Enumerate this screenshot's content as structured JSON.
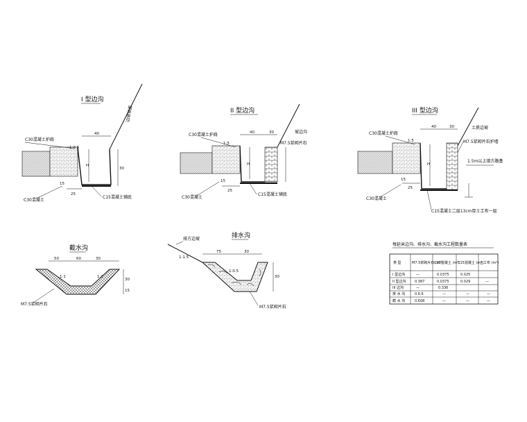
{
  "ditch1": {
    "title": "I 型边沟",
    "label_slope": "边坡坡面",
    "label_top": "C30混凝土护肩",
    "label_bottom": "C30混凝土",
    "label_base": "C15混凝土铺底",
    "dim_top": "40",
    "dim_grade": "1:0.5",
    "dim_h": "H",
    "dim_side": "15",
    "dim_bottom": "25",
    "dim_right": "30"
  },
  "ditch2": {
    "title": "II 型边沟",
    "label_slope": "坡边沟",
    "label_top": "C30混凝土护肩",
    "label_wall": "M7.5浆砌片石",
    "label_bottom": "C30混凝土",
    "label_base": "C15混凝土铺底",
    "dim_top": "40",
    "dim_right": "30",
    "dim_grade": "1:5",
    "dim_h": "H",
    "dim_side": "15",
    "dim_bottom": "25"
  },
  "ditch3": {
    "title": "III 型边沟",
    "label_slope": "土质边坡",
    "label_top": "C30混凝土护肩",
    "label_wall": "M7.5浆砌片石护墙",
    "label_level": "1.5m以上填方路基",
    "label_bottom": "C30混凝土",
    "label_base": "C15混凝土二层13cm厚土工布一层",
    "dim_top": "40",
    "dim_right": "30",
    "dim_grade": "1:5",
    "dim_h": "H",
    "dim_side": "15",
    "dim_bottom": "25"
  },
  "intercept": {
    "title": "截水沟",
    "dim_left": "50",
    "dim_mid": "60",
    "dim_right": "30",
    "dim_grade_l": "1:1",
    "dim_grade_r": "1:1",
    "dim_h": "30",
    "dim_depth": "15",
    "label_bottom": "M7.5浆砌片石"
  },
  "drain": {
    "title": "排水沟",
    "label_slope": "排方边坡",
    "dim_a": "75",
    "dim_b": "30",
    "dim_grade": "1:1.5",
    "dim_grade2": "1:0.5",
    "dim_h": "30",
    "label_bottom": "M7.5浆砌片石"
  },
  "table": {
    "title": "每延米边沟、排水沟、截水沟工程数量表",
    "headers": [
      "类 型",
      "M7.5浆砌片石 (m³)",
      "C25混凝土 (m³)",
      "C15混凝土 (m³)",
      "土工布 (m²)"
    ],
    "rows": [
      [
        "I 型边沟",
        "—",
        "0.0375",
        "0.025",
        ""
      ],
      [
        "II 型边沟",
        "0.387",
        "0.0375",
        "0.029",
        "—"
      ],
      [
        "III 边沟",
        "—",
        "0.336",
        "",
        ""
      ],
      [
        "排 水 沟",
        "0.6.6",
        "—",
        "—",
        "—"
      ],
      [
        "截 水 沟",
        "0.608",
        "—",
        "—",
        "—"
      ]
    ]
  }
}
